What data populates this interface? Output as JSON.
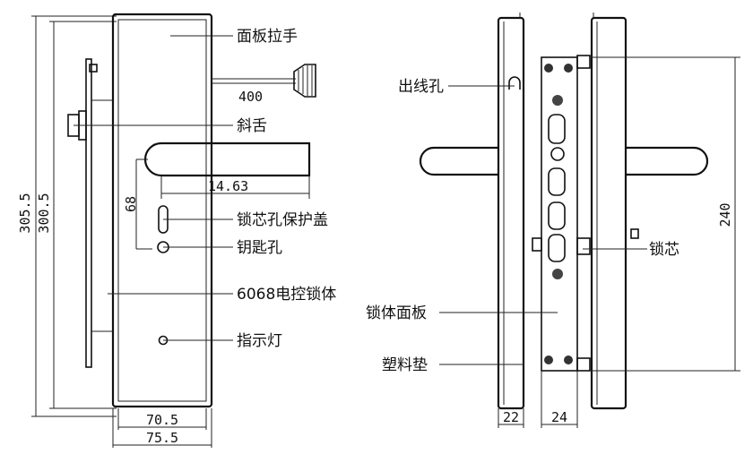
{
  "labels": {
    "panel_handle": "面板拉手",
    "cable": "400",
    "latch": "斜舌",
    "handle_length": "14.63",
    "key_distance": "68",
    "cylinder_cover": "锁芯孔保护盖",
    "keyhole": "钥匙孔",
    "lock_body": "6068电控锁体",
    "indicator": "指示灯",
    "outlet": "出线孔",
    "lock_cylinder": "锁芯",
    "faceplate": "锁体面板",
    "plastic_pad": "塑料垫"
  },
  "dimensions": {
    "height_outer": "305.5",
    "height_inner": "300.5",
    "width_inner": "70.5",
    "width_outer": "75.5",
    "side_thick_a": "22",
    "side_thick_b": "24",
    "side_height": "240"
  }
}
